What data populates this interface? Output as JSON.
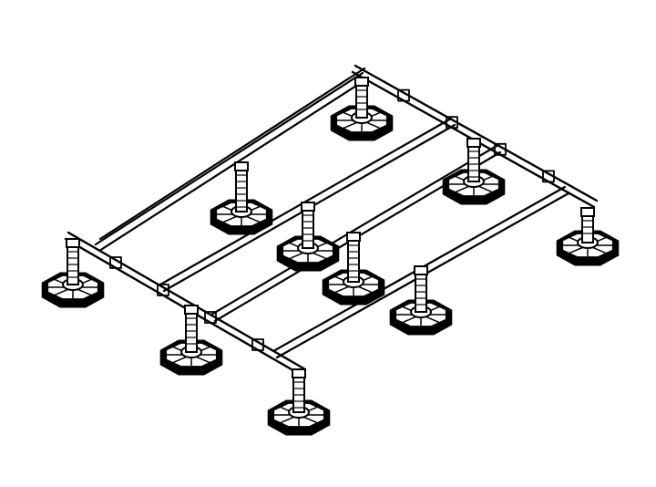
{
  "diagram": {
    "ink_color": "#000000",
    "background_color": "#ffffff",
    "pedestal_count": 10,
    "rail_count": 5,
    "frame_beam_count": 2
  }
}
